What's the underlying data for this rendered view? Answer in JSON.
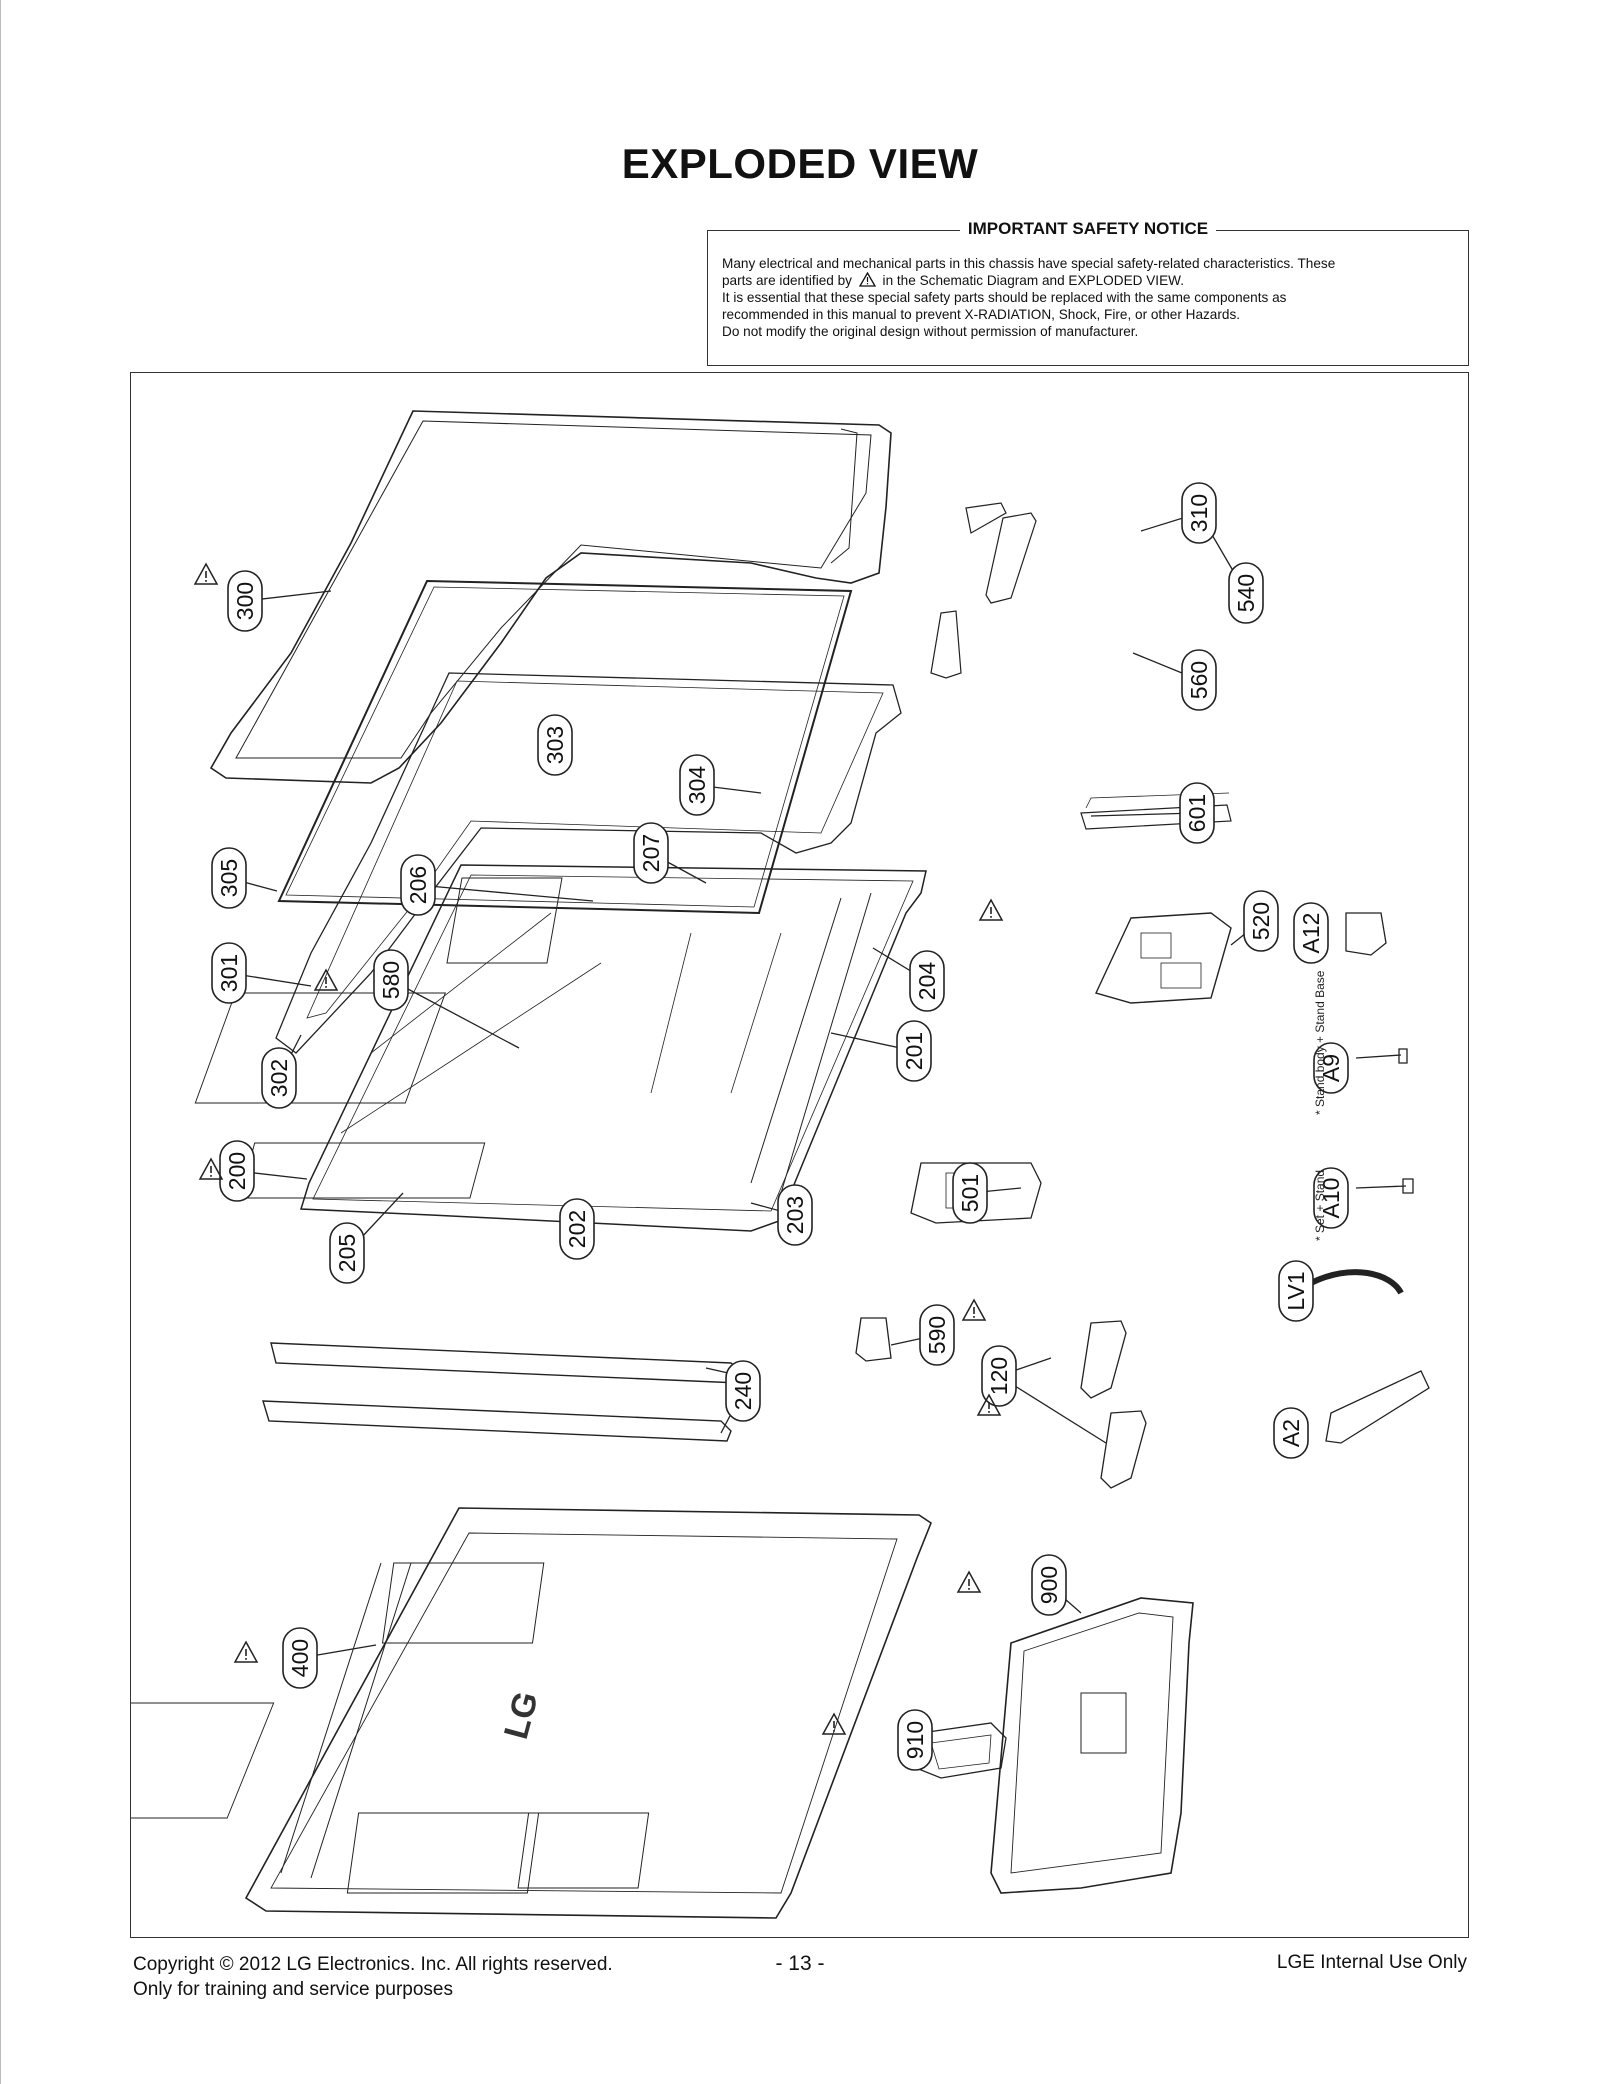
{
  "title": "EXPLODED VIEW",
  "notice": {
    "title": "IMPORTANT SAFETY NOTICE",
    "line1": "Many electrical and mechanical parts in this chassis have special safety-related characteristics. These",
    "line2a": "parts are identified by",
    "line2b": "in the Schematic Diagram and EXPLODED VIEW.",
    "line3": "It is essential that these special safety parts should be replaced with the same components as",
    "line4": "recommended in this manual to prevent X-RADIATION, Shock, Fire, or other Hazards.",
    "line5": "Do not modify the original design without permission of manufacturer."
  },
  "parts": [
    "300",
    "305",
    "301",
    "302",
    "200",
    "205",
    "202",
    "303",
    "304",
    "207",
    "206",
    "580",
    "204",
    "201",
    "203",
    "310",
    "540",
    "560",
    "601",
    "520",
    "501",
    "590",
    "240",
    "120",
    "400",
    "900",
    "910",
    "A12",
    "A9",
    "A10",
    "LV1",
    "A2"
  ],
  "notes": {
    "stand_body": "* Stand body + Stand Base",
    "set_stand": "* Set + Stand"
  },
  "logo_text": "LG",
  "footer": {
    "copyright": "Copyright  © 2012  LG Electronics. Inc. All rights reserved.",
    "purpose": "Only for training and service purposes",
    "page": "- 13 -",
    "internal": "LGE Internal Use Only"
  }
}
